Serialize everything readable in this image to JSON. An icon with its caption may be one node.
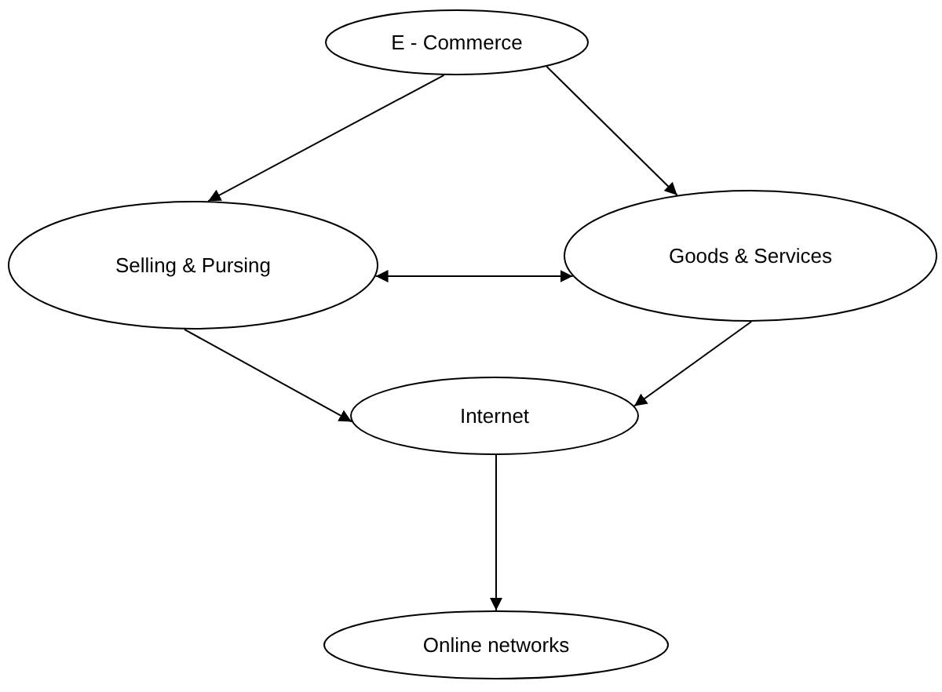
{
  "diagram": {
    "nodes": [
      {
        "text": [
          "E - Commerce"
        ]
      },
      {
        "text": [
          "Selling & Pursing"
        ]
      },
      {
        "text": [
          "Goods & Services"
        ]
      },
      {
        "text": [
          "Internet"
        ]
      },
      {
        "text": [
          "Online networks"
        ]
      }
    ],
    "edges": [
      {
        "from": 0,
        "to": 1,
        "arrow": "to"
      },
      {
        "from": 0,
        "to": 2,
        "arrow": "to"
      },
      {
        "from": 1,
        "to": 2,
        "arrow": "both"
      },
      {
        "from": 1,
        "to": 3,
        "arrow": "to"
      },
      {
        "from": 2,
        "to": 3,
        "arrow": "to"
      },
      {
        "from": 3,
        "to": 4,
        "arrow": "to"
      }
    ]
  }
}
